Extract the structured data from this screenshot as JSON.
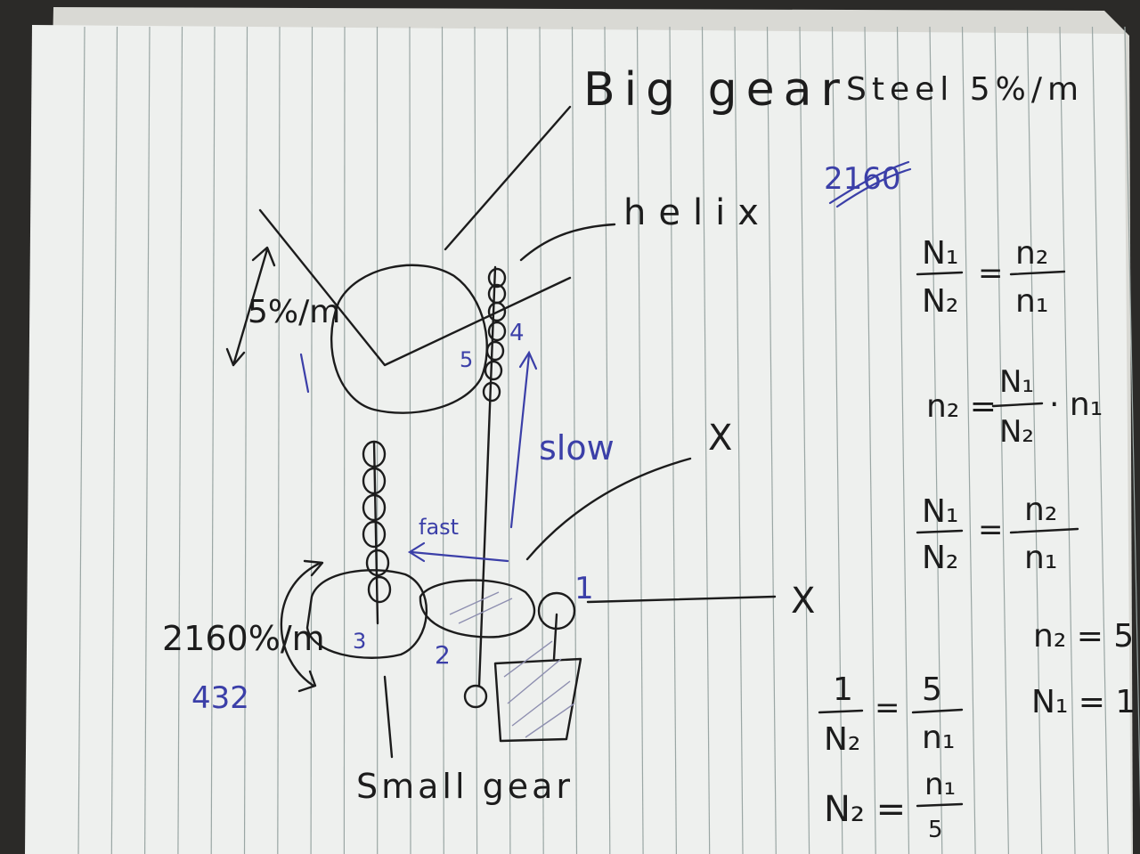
{
  "labels": {
    "big_gear": "Big gear",
    "steel_speed": "Steel 5%/m",
    "helix": "helix",
    "struck_number": "2160",
    "left_speed": "5%/m",
    "slow": "slow",
    "fast": "fast",
    "x_top": "X",
    "x_bottom": "X",
    "gear_num_1": "1",
    "gear_num_2": "2",
    "gear_num_3": "3",
    "gear_num_4": "4",
    "gear_num_5": "5",
    "small_speed": "2160%/m",
    "small_count": "432",
    "small_gear": "Small gear"
  },
  "equations": {
    "eq1_lhs_num": "N₁",
    "eq1_lhs_den": "N₂",
    "eq1_rhs_num": "n₂",
    "eq1_rhs_den": "n₁",
    "eq2_lhs": "n₂ =",
    "eq2_num": "N₁",
    "eq2_den": "N₂",
    "eq2_tail": "· n₁",
    "eq3_lhs_num": "N₁",
    "eq3_lhs_den": "N₂",
    "eq3_rhs_num": "n₂",
    "eq3_rhs_den": "n₁",
    "given_n2": "n₂ = 5",
    "given_N1": "N₁ = 1",
    "eq4_lhs_num": "1",
    "eq4_lhs_den": "N₂",
    "eq4_rhs_num": "5",
    "eq4_rhs_den": "n₁",
    "eq5_lhs": "N₂ =",
    "eq5_num": "n₁",
    "eq5_den": "5"
  },
  "colors": {
    "paper": "#eef0ee",
    "rule_line": "#9aa6a4",
    "pencil": "#1c1c1c",
    "blue_ink": "#3b3fa8"
  }
}
